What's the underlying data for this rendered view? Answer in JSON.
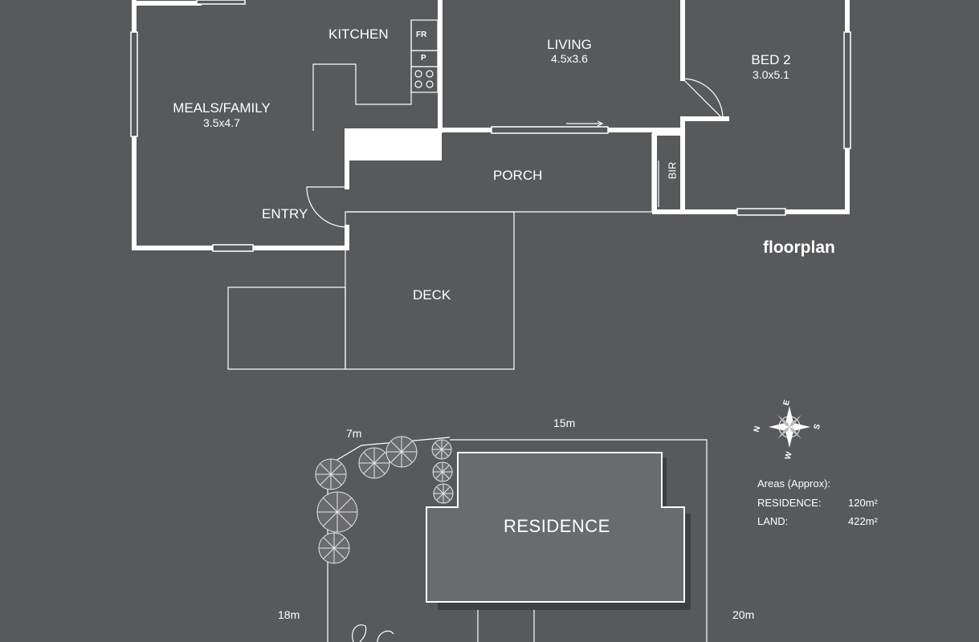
{
  "floorplan": {
    "title": "floorplan",
    "rooms": {
      "kitchen": {
        "name": "KITCHEN"
      },
      "living": {
        "name": "LIVING",
        "size": "4.5x3.6"
      },
      "bed2": {
        "name": "BED 2",
        "size": "3.0x5.1"
      },
      "meals": {
        "name": "MEALS/FAMILY",
        "size": "3.5x4.7"
      },
      "porch": {
        "name": "PORCH"
      },
      "entry": {
        "name": "ENTRY"
      },
      "deck": {
        "name": "DECK"
      },
      "bir": {
        "name": "BIR"
      }
    },
    "appliances": {
      "fridge": "FR",
      "pantry": "P"
    }
  },
  "siteplan": {
    "residence_label": "RESIDENCE",
    "dimensions": {
      "top_left": "7m",
      "top": "15m",
      "left": "18m",
      "right": "20m"
    },
    "compass": {
      "n": "N",
      "e": "E",
      "s": "S",
      "w": "W"
    },
    "areas": {
      "heading": "Areas (Approx):",
      "rows": [
        {
          "label": "RESIDENCE:",
          "value": "120m²"
        },
        {
          "label": "LAND:",
          "value": "422m²"
        }
      ]
    }
  },
  "colors": {
    "background": "#58595b",
    "wall": "#ffffff",
    "residence_fill": "#6a6b6d",
    "tree": "#e0e0e0"
  }
}
